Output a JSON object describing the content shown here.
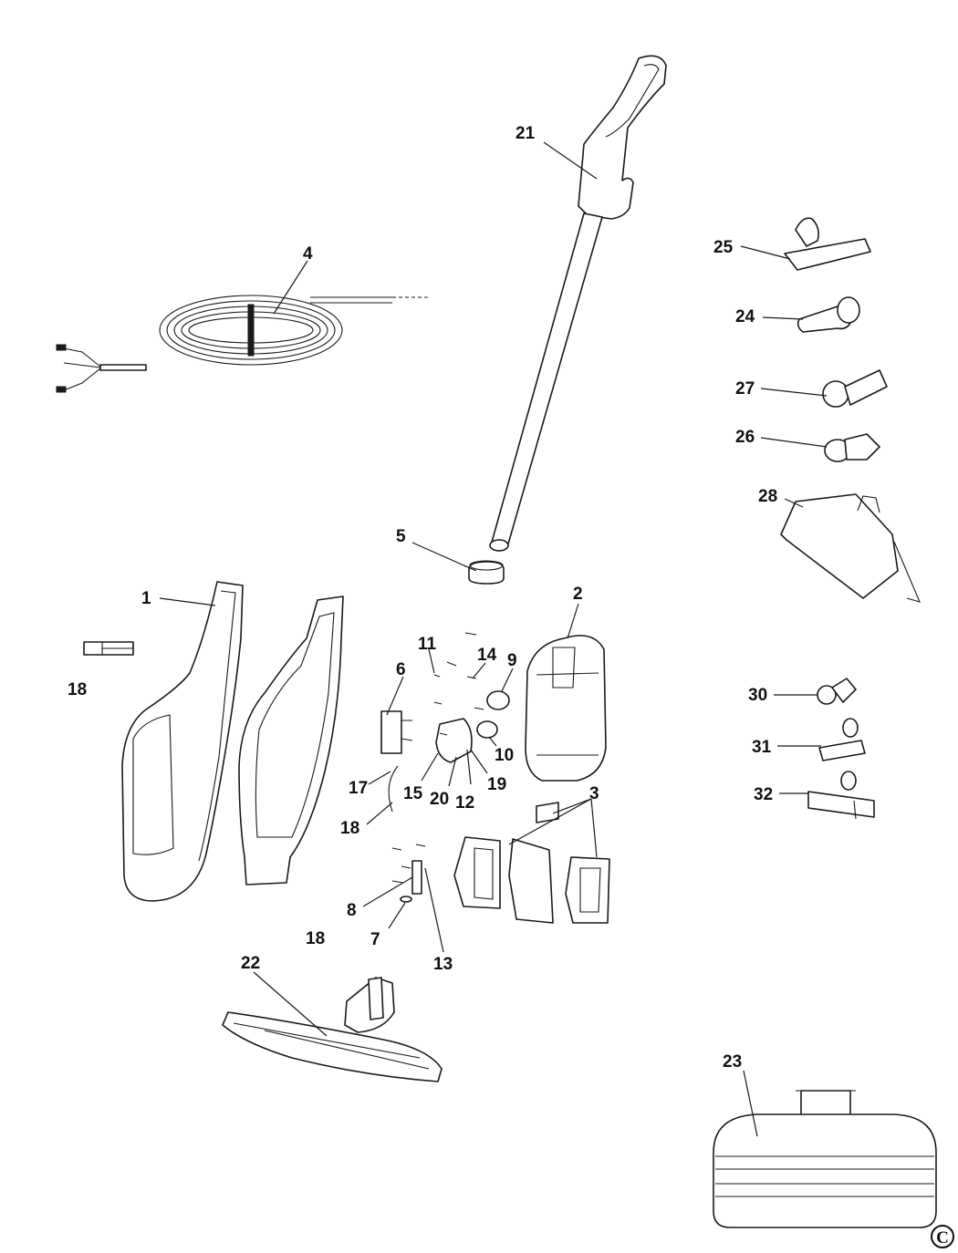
{
  "diagram": {
    "callouts": [
      "1",
      "2",
      "3",
      "4",
      "5",
      "6",
      "7",
      "8",
      "9",
      "10",
      "11",
      "12",
      "13",
      "14",
      "15",
      "17",
      "18",
      "18",
      "18",
      "19",
      "20",
      "21",
      "22",
      "23",
      "24",
      "25",
      "26",
      "27",
      "28",
      "30",
      "31",
      "32"
    ],
    "copyright_symbol": "C"
  }
}
